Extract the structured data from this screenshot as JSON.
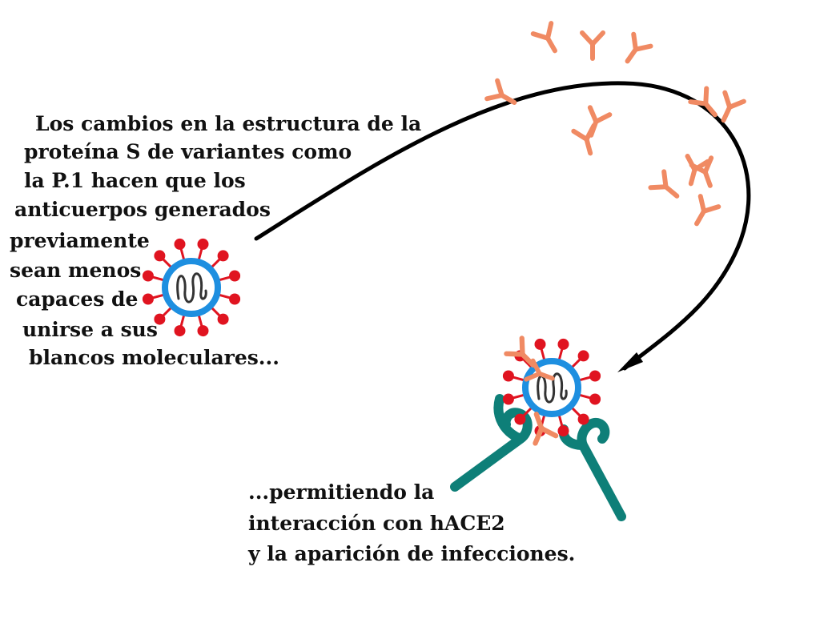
{
  "colors": {
    "antibody": "#f08a63",
    "spike": "#e01420",
    "envelope": "#1e8fe0",
    "rna": "#333333",
    "receptor": "#0e7f78",
    "arrow": "#000000",
    "text": "#111111"
  },
  "text_left": [
    "Los cambios en la estructura de la",
    "proteína S de variantes como",
    "la P.1 hacen que los",
    "anticuerpos generados",
    "previamente",
    "sean menos",
    "capaces de",
    "unirse a sus",
    "blancos moleculares..."
  ],
  "text_bottom": [
    "...permitiendo la",
    "interacción con hACE2",
    "y la aparición de infecciones."
  ],
  "icons": {
    "virus": "virus-icon",
    "antibody": "antibody-icon",
    "receptor": "hace2-receptor-icon",
    "arrow": "curved-arrow-icon"
  }
}
